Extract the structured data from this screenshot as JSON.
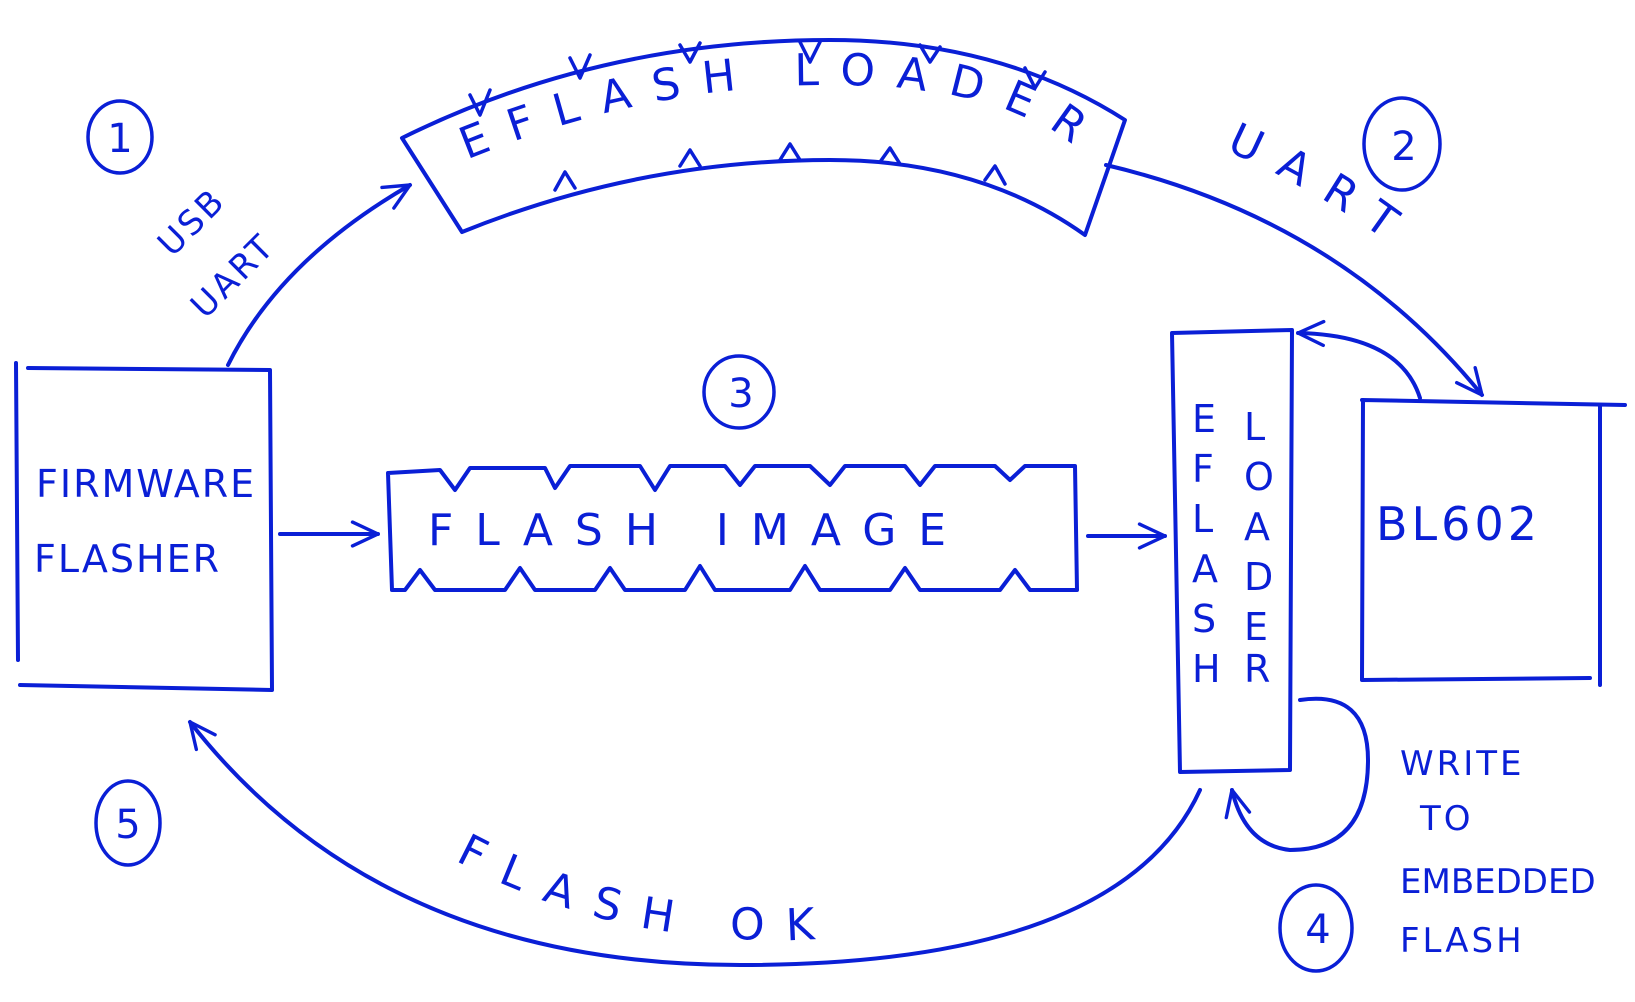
{
  "diagram": {
    "nodes": {
      "firmware_flasher": {
        "line1": "FIRMWARE",
        "line2": "FLASHER"
      },
      "flash_image": {
        "label": "FLASH IMAGE"
      },
      "eflash_loader_banner": {
        "label": "EFLASH LOADER"
      },
      "eflash_loader_box": {
        "col1": [
          "E",
          "F",
          "L",
          "A",
          "S",
          "H"
        ],
        "col2": [
          "L",
          "O",
          "A",
          "D",
          "E",
          "R"
        ]
      },
      "bl602": {
        "label": "BL602"
      }
    },
    "edges": {
      "usb_uart": {
        "line1": "USB",
        "line2": "UART"
      },
      "uart": {
        "label": "UART"
      },
      "write_to_flash": {
        "line1": "WRITE",
        "line2": "TO",
        "line3": "EMBEDDED",
        "line4": "FLASH"
      },
      "flash_ok": {
        "label": "FLASH OK"
      }
    },
    "steps": [
      "1",
      "2",
      "3",
      "4",
      "5"
    ],
    "ink_color": "#0a1fd6"
  }
}
